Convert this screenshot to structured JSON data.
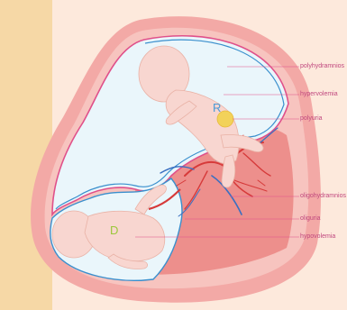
{
  "twins": {
    "recipient_letter": "R",
    "donor_letter": "D"
  },
  "labels": {
    "polyhydramnios": "polyhydramnios",
    "hypervolemia": "hypervolemia",
    "polyuria": "polyuria",
    "oligohydramnios": "oligohydramnios",
    "oliguria": "oliguria",
    "hypovolemia": "hypovolemia"
  },
  "colors": {
    "skin_band": "#f6d8a6",
    "background": "#fde9dc",
    "uterus_wall": "#f3a9a6",
    "membrane_pink": "#e0508a",
    "membrane_blue": "#3a8fcd",
    "fetus_skin": "#f8d6d0",
    "label_text": "#c0477e",
    "recipient_letter": "#4a9ad6",
    "donor_letter": "#9bc83a"
  }
}
